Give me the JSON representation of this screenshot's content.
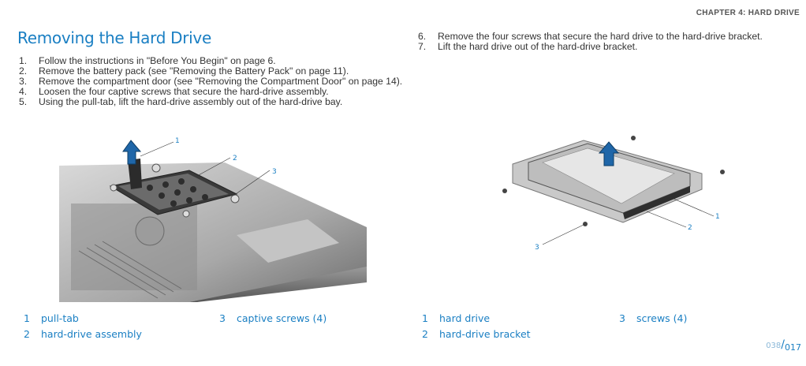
{
  "chapter": "CHAPTER 4: HARD DRIVE",
  "title": "Removing the Hard Drive",
  "steps_left": [
    {
      "n": "1.",
      "text": "Follow the instructions in \"Before You Begin\" on page 6."
    },
    {
      "n": "2.",
      "text": "Remove the battery pack (see \"Removing the Battery Pack\" on page 11)."
    },
    {
      "n": "3.",
      "text": "Remove the compartment door (see \"Removing the Compartment Door\" on page 14)."
    },
    {
      "n": "4.",
      "text": "Loosen the four captive screws that secure the hard-drive assembly."
    },
    {
      "n": "5.",
      "text": "Using the pull-tab, lift the hard-drive assembly out of the hard-drive bay."
    }
  ],
  "steps_right": [
    {
      "n": "6.",
      "text": "Remove the four screws that secure the hard drive to the hard-drive bracket."
    },
    {
      "n": "7.",
      "text": "Lift the hard drive out of the hard-drive bracket."
    }
  ],
  "figure_left": {
    "callouts": [
      "1",
      "2",
      "3"
    ],
    "legend": [
      {
        "n": "1",
        "label": "pull-tab"
      },
      {
        "n": "2",
        "label": "hard-drive assembly"
      },
      {
        "n": "3",
        "label": "captive screws (4)"
      }
    ]
  },
  "figure_right": {
    "callouts": [
      "1",
      "2",
      "3"
    ],
    "legend": [
      {
        "n": "1",
        "label": "hard drive"
      },
      {
        "n": "2",
        "label": "hard-drive bracket"
      },
      {
        "n": "3",
        "label": "screws (4)"
      }
    ]
  },
  "page": {
    "current": "038",
    "separator": "/",
    "total": "017"
  },
  "colors": {
    "accent": "#1a7fc3",
    "text": "#333333"
  }
}
